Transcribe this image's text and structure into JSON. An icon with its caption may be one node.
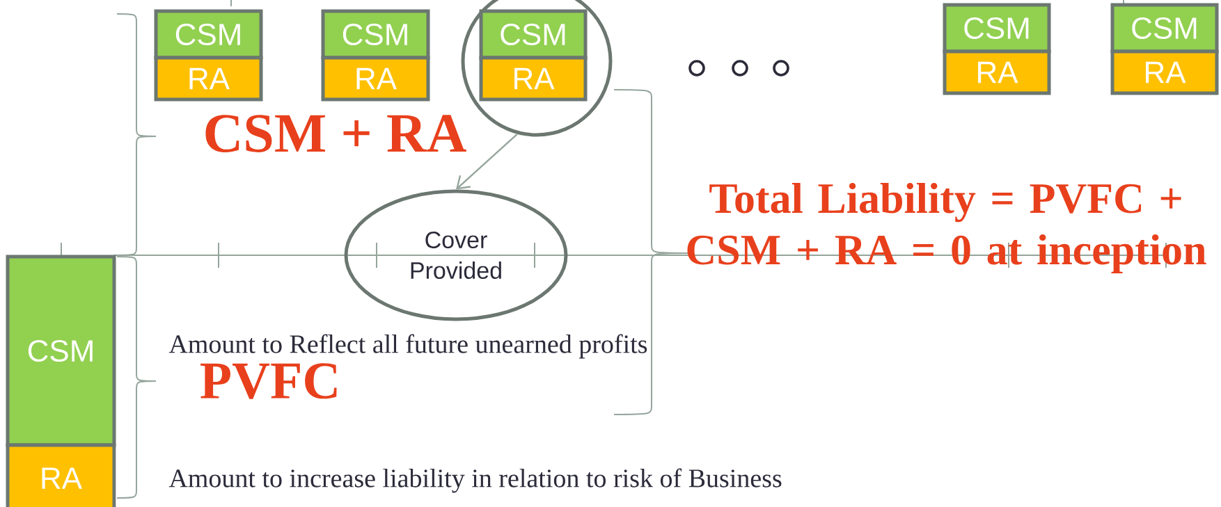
{
  "diagram": {
    "nodes": [
      {
        "text": [
          "CSM"
        ]
      },
      {
        "text": [
          "RA"
        ]
      },
      {
        "text": [
          "CSM"
        ]
      },
      {
        "text": [
          "RA"
        ]
      },
      {
        "text": [],
        "shape": "circle"
      },
      {
        "text": [
          "CSM"
        ],
        "in": 4
      },
      {
        "text": [
          "RA"
        ],
        "in": 4
      },
      {
        "text": [
          "CSM"
        ]
      },
      {
        "text": [
          "RA"
        ]
      },
      {
        "text": [
          "CSM"
        ]
      },
      {
        "text": [
          "RA"
        ]
      },
      {
        "text": [
          "Cover Provided"
        ]
      },
      {
        "text": [
          "CSM"
        ]
      },
      {
        "text": [
          "RA"
        ]
      }
    ],
    "edges": [
      {
        "from": 4,
        "to": 11,
        "arrow": "to"
      }
    ],
    "labels": [
      "CSM + RA",
      "Total Liability = PVFC + CSM + RA = 0 at inception",
      "Amount to Reflect all future unearned profits",
      "PVFC",
      "Amount to increase liability in relation to risk of Business"
    ]
  }
}
